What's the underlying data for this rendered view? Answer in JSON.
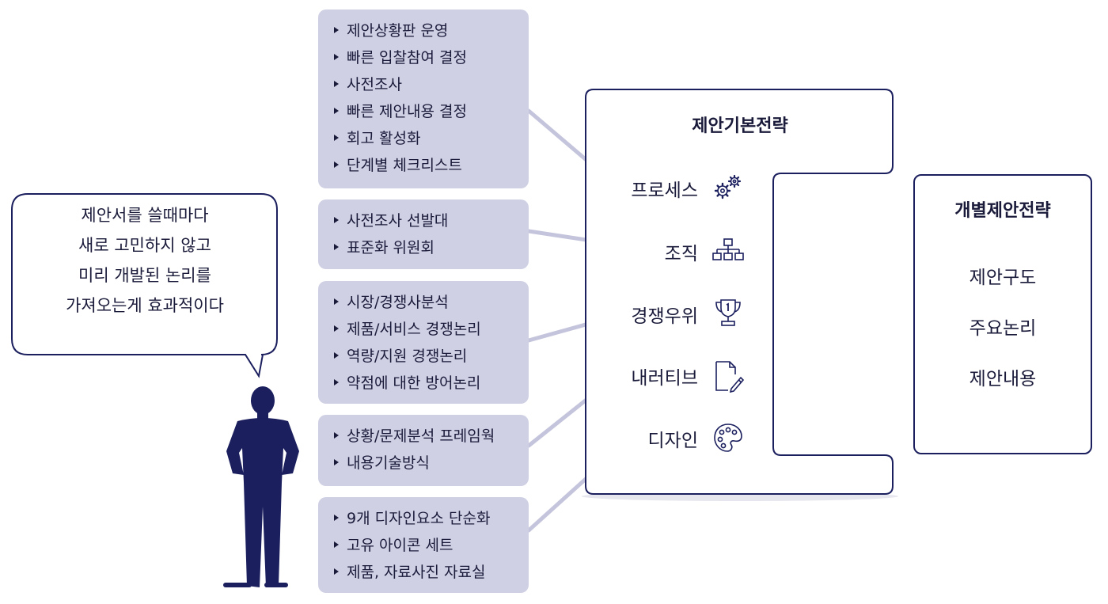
{
  "speech_bubble": {
    "lines": [
      "제안서를 쓸때마다",
      "새로 고민하지 않고",
      "미리 개발된 논리를",
      "가져오는게 효과적이다"
    ]
  },
  "basic_strategy": {
    "title": "제안기본전략",
    "items": [
      {
        "label": "프로세스",
        "icon": "gears-icon"
      },
      {
        "label": "조직",
        "icon": "org-chart-icon"
      },
      {
        "label": "경쟁우위",
        "icon": "trophy-icon"
      },
      {
        "label": "내러티브",
        "icon": "document-pen-icon"
      },
      {
        "label": "디자인",
        "icon": "palette-icon"
      }
    ]
  },
  "detail_lists": [
    {
      "items": [
        "제안상황판 운영",
        "빠른 입찰참여 결정",
        "사전조사",
        "빠른 제안내용 결정",
        "회고 활성화",
        "단계별 체크리스트"
      ]
    },
    {
      "items": [
        "사전조사 선발대",
        "표준화 위원회"
      ]
    },
    {
      "items": [
        "시장/경쟁사분석",
        "제품/서비스 경쟁논리",
        "역량/지원 경쟁논리",
        "약점에 대한 방어논리"
      ]
    },
    {
      "items": [
        "상황/문제분석 프레임웍",
        "내용기술방식"
      ]
    },
    {
      "items": [
        "9개 디자인요소 단순화",
        "고유 아이콘 세트",
        "제품, 자료사진 자료실"
      ]
    }
  ],
  "individual_strategy": {
    "title": "개별제안전략",
    "items": [
      "제안구도",
      "주요논리",
      "제안내용"
    ]
  },
  "colors": {
    "navy": "#1b1f5e",
    "box_fill": "#cfd0e4",
    "connector": "#c4c5dc"
  }
}
